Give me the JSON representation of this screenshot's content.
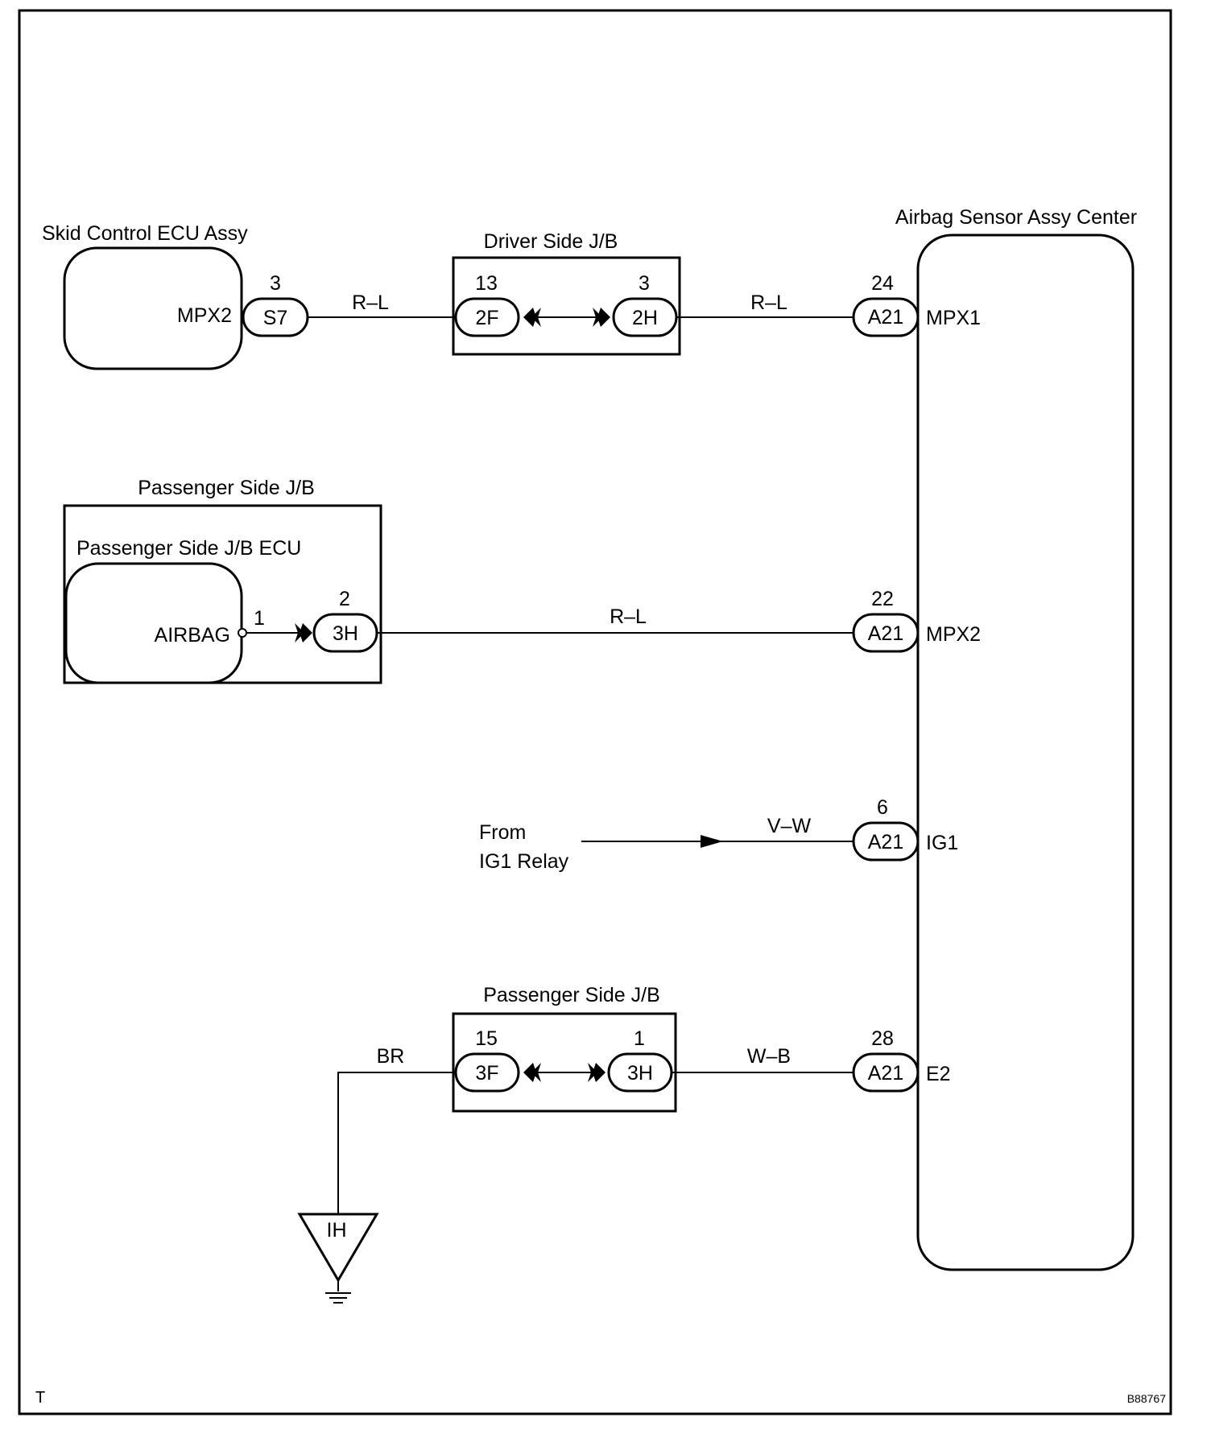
{
  "components": {
    "skid_ecu": {
      "title": "Skid Control ECU Assy",
      "terminal": "MPX2"
    },
    "driver_jb": {
      "title": "Driver Side J/B"
    },
    "airbag_sensor": {
      "title": "Airbag Sensor Assy Center",
      "terminals": [
        "MPX1",
        "MPX2",
        "IG1",
        "E2"
      ]
    },
    "passenger_jb_top": {
      "title": "Passenger Side J/B",
      "ecu_title": "Passenger Side J/B ECU",
      "terminal": "AIRBAG"
    },
    "passenger_jb_bottom": {
      "title": "Passenger Side J/B"
    },
    "ground": {
      "code": "IH"
    },
    "ig1_source": {
      "line1": "From",
      "line2": "IG1 Relay"
    }
  },
  "connectors": {
    "s7": {
      "code": "S7",
      "pin": "3"
    },
    "jb_2f": {
      "code": "2F",
      "pin": "13"
    },
    "jb_2h": {
      "code": "2H",
      "pin": "3"
    },
    "a21_mpx1": {
      "code": "A21",
      "pin": "24"
    },
    "jb_3h_top": {
      "code": "3H",
      "pin": "2"
    },
    "a21_mpx2": {
      "code": "A21",
      "pin": "22"
    },
    "a21_ig1": {
      "code": "A21",
      "pin": "6"
    },
    "jb_3f": {
      "code": "3F",
      "pin": "15"
    },
    "jb_3h_bottom": {
      "code": "3H",
      "pin": "1"
    },
    "a21_e2": {
      "code": "A21",
      "pin": "28"
    }
  },
  "ecu_pin": "1",
  "wires": {
    "w1": "R–L",
    "w2": "R–L",
    "w3": "R–L",
    "w4": "V–W",
    "w5": "BR",
    "w6": "W–B"
  },
  "footer": {
    "left": "T",
    "right": "B88767"
  }
}
